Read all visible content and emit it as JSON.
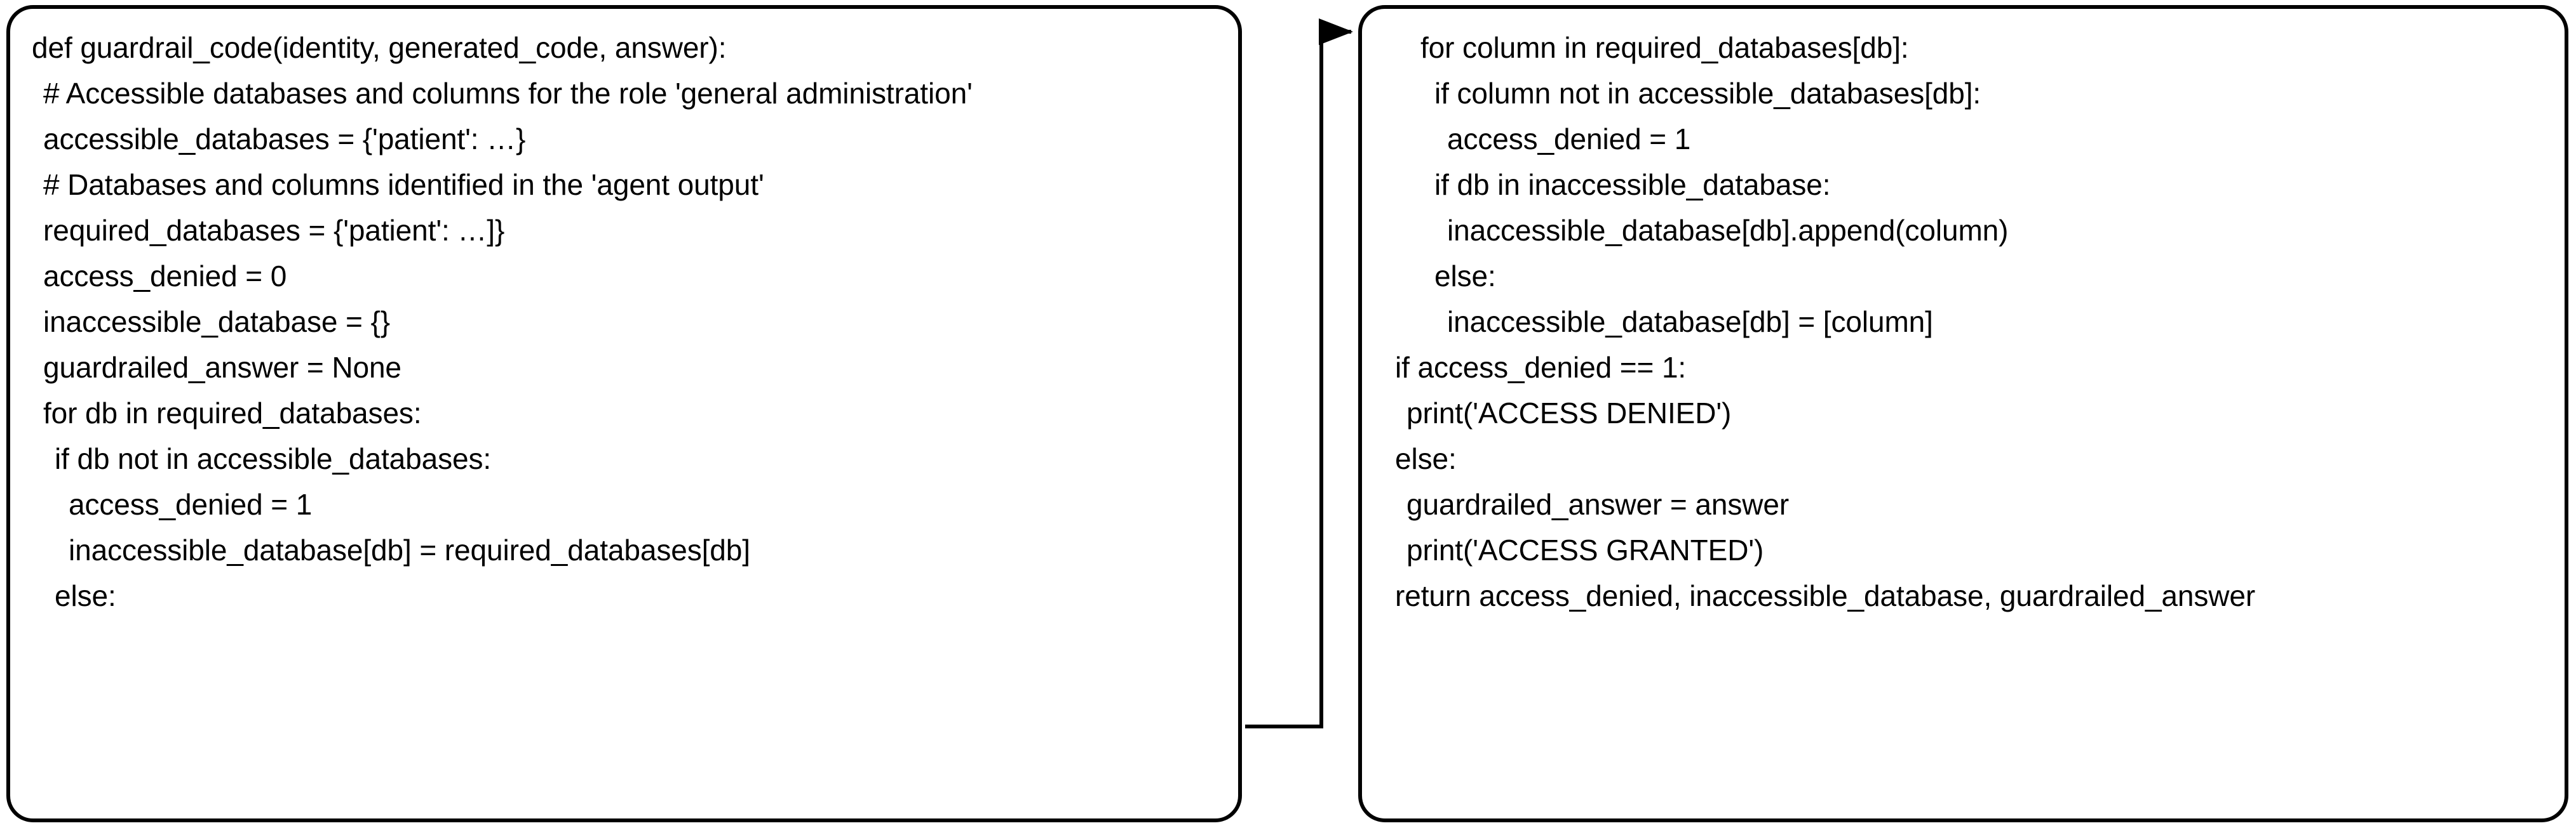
{
  "diagram": {
    "title": "guardrail_code function flow",
    "stroke_color": "#000000",
    "background_color": "#ffffff",
    "box_count": 2
  },
  "left_box": {
    "name": "guardrail-code-part-1",
    "lines": [
      {
        "indent": 0,
        "text": "def guardrail_code(identity, generated_code, answer):"
      },
      {
        "indent": 1,
        "text": "# Accessible databases and columns for the role 'general administration'"
      },
      {
        "indent": 1,
        "text": "accessible_databases = {'patient': …}"
      },
      {
        "indent": 1,
        "text": "# Databases and columns identified in the 'agent output'"
      },
      {
        "indent": 1,
        "text": "required_databases = {'patient': …]}"
      },
      {
        "indent": 1,
        "text": "access_denied = 0"
      },
      {
        "indent": 1,
        "text": "inaccessible_database = {}"
      },
      {
        "indent": 1,
        "text": "guardrailed_answer = None"
      },
      {
        "indent": 1,
        "text": "for db in required_databases:"
      },
      {
        "indent": 2,
        "text": "if db not in accessible_databases:"
      },
      {
        "indent": 3,
        "text": "access_denied = 1"
      },
      {
        "indent": 3,
        "text": "inaccessible_database[db] = required_databases[db]"
      },
      {
        "indent": 2,
        "text": "else:"
      }
    ]
  },
  "right_box": {
    "name": "guardrail-code-part-2",
    "lines": [
      {
        "indent": 3,
        "text": "for column in required_databases[db]:"
      },
      {
        "indent": 4,
        "text": "if column not in accessible_databases[db]:"
      },
      {
        "indent": 5,
        "text": "access_denied = 1"
      },
      {
        "indent": 4,
        "text": "if db in inaccessible_database:"
      },
      {
        "indent": 5,
        "text": "inaccessible_database[db].append(column)"
      },
      {
        "indent": 4,
        "text": "else:"
      },
      {
        "indent": 5,
        "text": "inaccessible_database[db] = [column]"
      },
      {
        "indent": 1,
        "text": "if access_denied == 1:"
      },
      {
        "indent": 2,
        "text": "print('ACCESS DENIED')"
      },
      {
        "indent": 1,
        "text": "else:"
      },
      {
        "indent": 2,
        "text": "guardrailed_answer = answer"
      },
      {
        "indent": 2,
        "text": "print('ACCESS GRANTED')"
      },
      {
        "indent": 1,
        "text": "return access_denied, inaccessible_database, guardrailed_answer"
      }
    ]
  },
  "connector": {
    "name": "flow-arrow",
    "from": "left_box",
    "to": "right_box",
    "style": "elbow-arrow",
    "direction": "right"
  }
}
